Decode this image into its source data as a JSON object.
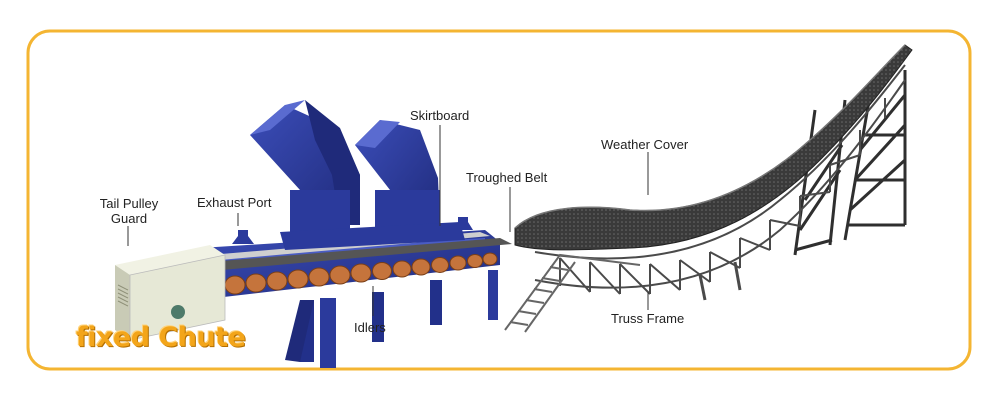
{
  "frame": {
    "border_color": "#f4b532"
  },
  "colors": {
    "structure": "#2b3a9c",
    "belt": "#3d3d3d",
    "truss": "#4a4a4a",
    "idler": "#c5743c",
    "guard": "#e6e8d6"
  },
  "labels": {
    "tail_pulley_guard": "Tail Pulley\nGuard",
    "exhaust_port": "Exhaust Port",
    "skirtboard": "Skirtboard",
    "troughed_belt": "Troughed Belt",
    "weather_cover": "Weather Cover",
    "idlers": "Idlers",
    "truss_frame": "Truss Frame"
  },
  "caption": "fixed Chute"
}
